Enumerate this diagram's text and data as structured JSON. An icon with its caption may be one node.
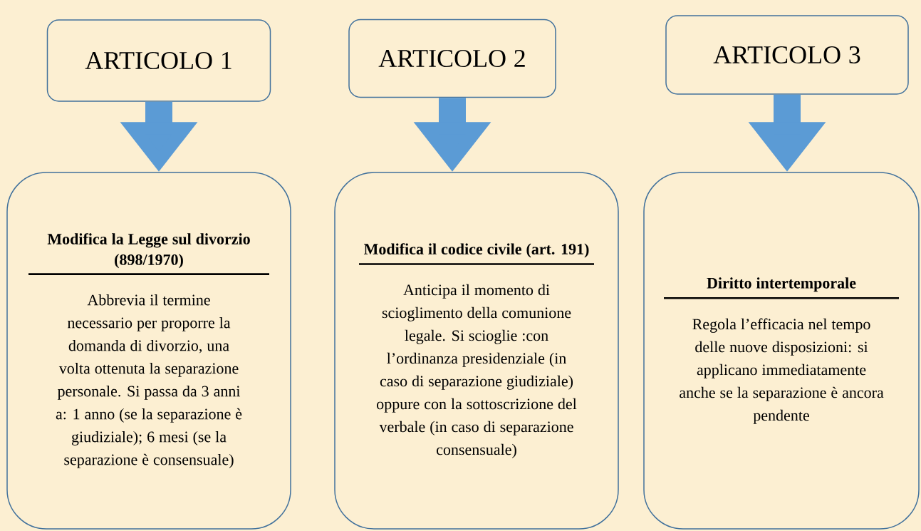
{
  "diagram": {
    "nodes": [
      {
        "text": [
          "ARTICOLO 1"
        ]
      },
      {
        "text": [
          "Modifica la Legge sul divorzio (898/1970)",
          "Abbrevia il termine necessario per proporre la domanda di divorzio, una volta ottenuta la separazione personale. Si passa da 3 anni a: 1 anno (se la separazione è giudiziale); 6 mesi (se la separazione è consensuale)"
        ]
      },
      {
        "text": [
          "ARTICOLO 2"
        ]
      },
      {
        "text": [
          "Modifica il codice civile (art. 191)",
          "Anticipa il momento di scioglimento della comunione legale. Si scioglie :con l’ordinanza presidenziale (in caso di separazione giudiziale) oppure con la sottoscrizione del verbale (in caso di separazione consensuale)"
        ]
      },
      {
        "text": [
          "ARTICOLO 3"
        ]
      },
      {
        "text": [
          "Diritto intertemporale",
          "Regola l’efficacia nel tempo delle nuove disposizioni: si applicano immediatamente anche se la separazione è ancora pendente"
        ]
      }
    ],
    "edges": [
      {
        "from": 0,
        "to": 1,
        "arrow": "to"
      },
      {
        "from": 2,
        "to": 3,
        "arrow": "to"
      },
      {
        "from": 4,
        "to": 5,
        "arrow": "to"
      }
    ]
  }
}
